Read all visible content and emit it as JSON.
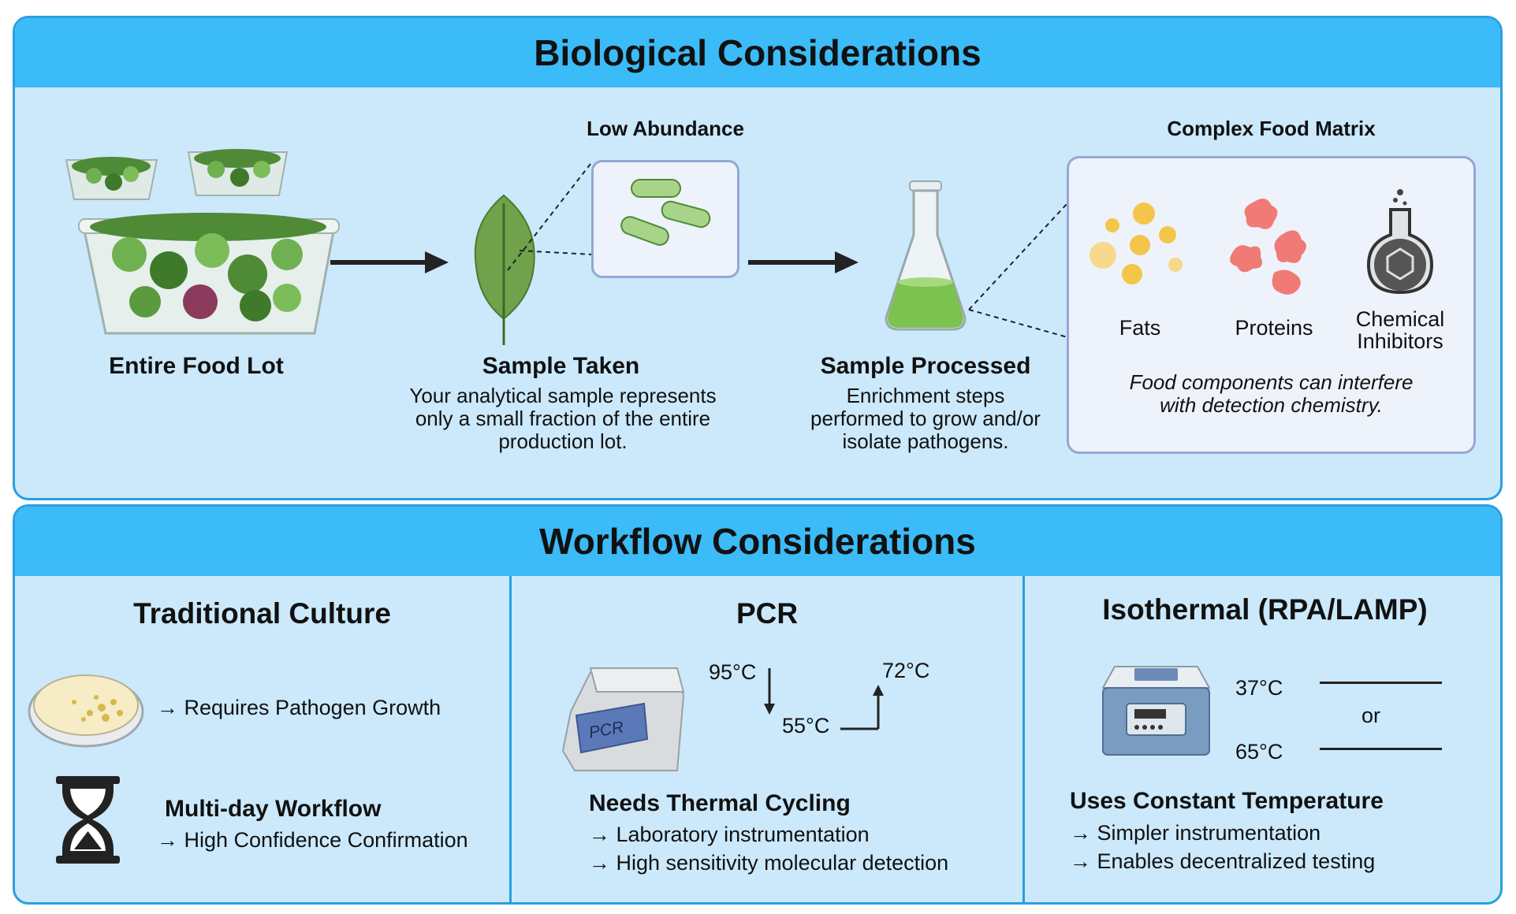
{
  "biological": {
    "title": "Biological Considerations",
    "food_lot_label": "Entire Food Lot",
    "low_abundance_label": "Low Abundance",
    "sample_taken": {
      "title": "Sample Taken",
      "desc_lines": [
        "Your analytical sample represents",
        "only a small fraction of the entire",
        "production lot."
      ]
    },
    "sample_processed": {
      "title": "Sample Processed",
      "desc_lines": [
        "Enrichment steps",
        "performed to grow and/or",
        "isolate pathogens."
      ]
    },
    "matrix": {
      "title": "Complex Food Matrix",
      "fats": "Fats",
      "proteins": "Proteins",
      "chemical_lines": [
        "Chemical",
        "Inhibitors"
      ],
      "note_lines": [
        "Food components can interfere",
        "with detection chemistry."
      ]
    }
  },
  "workflow": {
    "title": "Workflow Considerations",
    "culture": {
      "title": "Traditional Culture",
      "growth": "→ Requires Pathogen Growth",
      "multiday_title": "Multi-day Workflow",
      "multiday_desc": "→ High Confidence Confirmation"
    },
    "pcr": {
      "title": "PCR",
      "device_label": "PCR",
      "temp_denature": "95°C",
      "temp_anneal": "55°C",
      "temp_extend": "72°C",
      "needs_title": "Needs Thermal Cycling",
      "bullets": [
        "→ Laboratory instrumentation",
        "→ High sensitivity molecular detection"
      ]
    },
    "isothermal": {
      "title": "Isothermal (RPA/LAMP)",
      "temp_low": "37°C",
      "or_label": "or",
      "temp_high": "65°C",
      "uses_title": "Uses Constant Temperature",
      "bullets": [
        "→ Simpler instrumentation",
        "→ Enables decentralized testing"
      ]
    }
  },
  "colors": {
    "band": "#3bbbf7",
    "panel_bg": "#cbe9fb",
    "border": "#2a9fe0",
    "box_border": "#93a8d3",
    "leaf": "#6fa24a",
    "liquid": "#7cc24f",
    "fat": "#f3c649",
    "protein": "#f07a76"
  },
  "icons": [
    "salad-container-icon",
    "leaf-icon",
    "bacteria-icon",
    "flask-icon",
    "fat-droplets-icon",
    "protein-blobs-icon",
    "chemical-flask-icon",
    "petri-dish-icon",
    "hourglass-icon",
    "pcr-machine-icon",
    "heat-block-icon"
  ]
}
